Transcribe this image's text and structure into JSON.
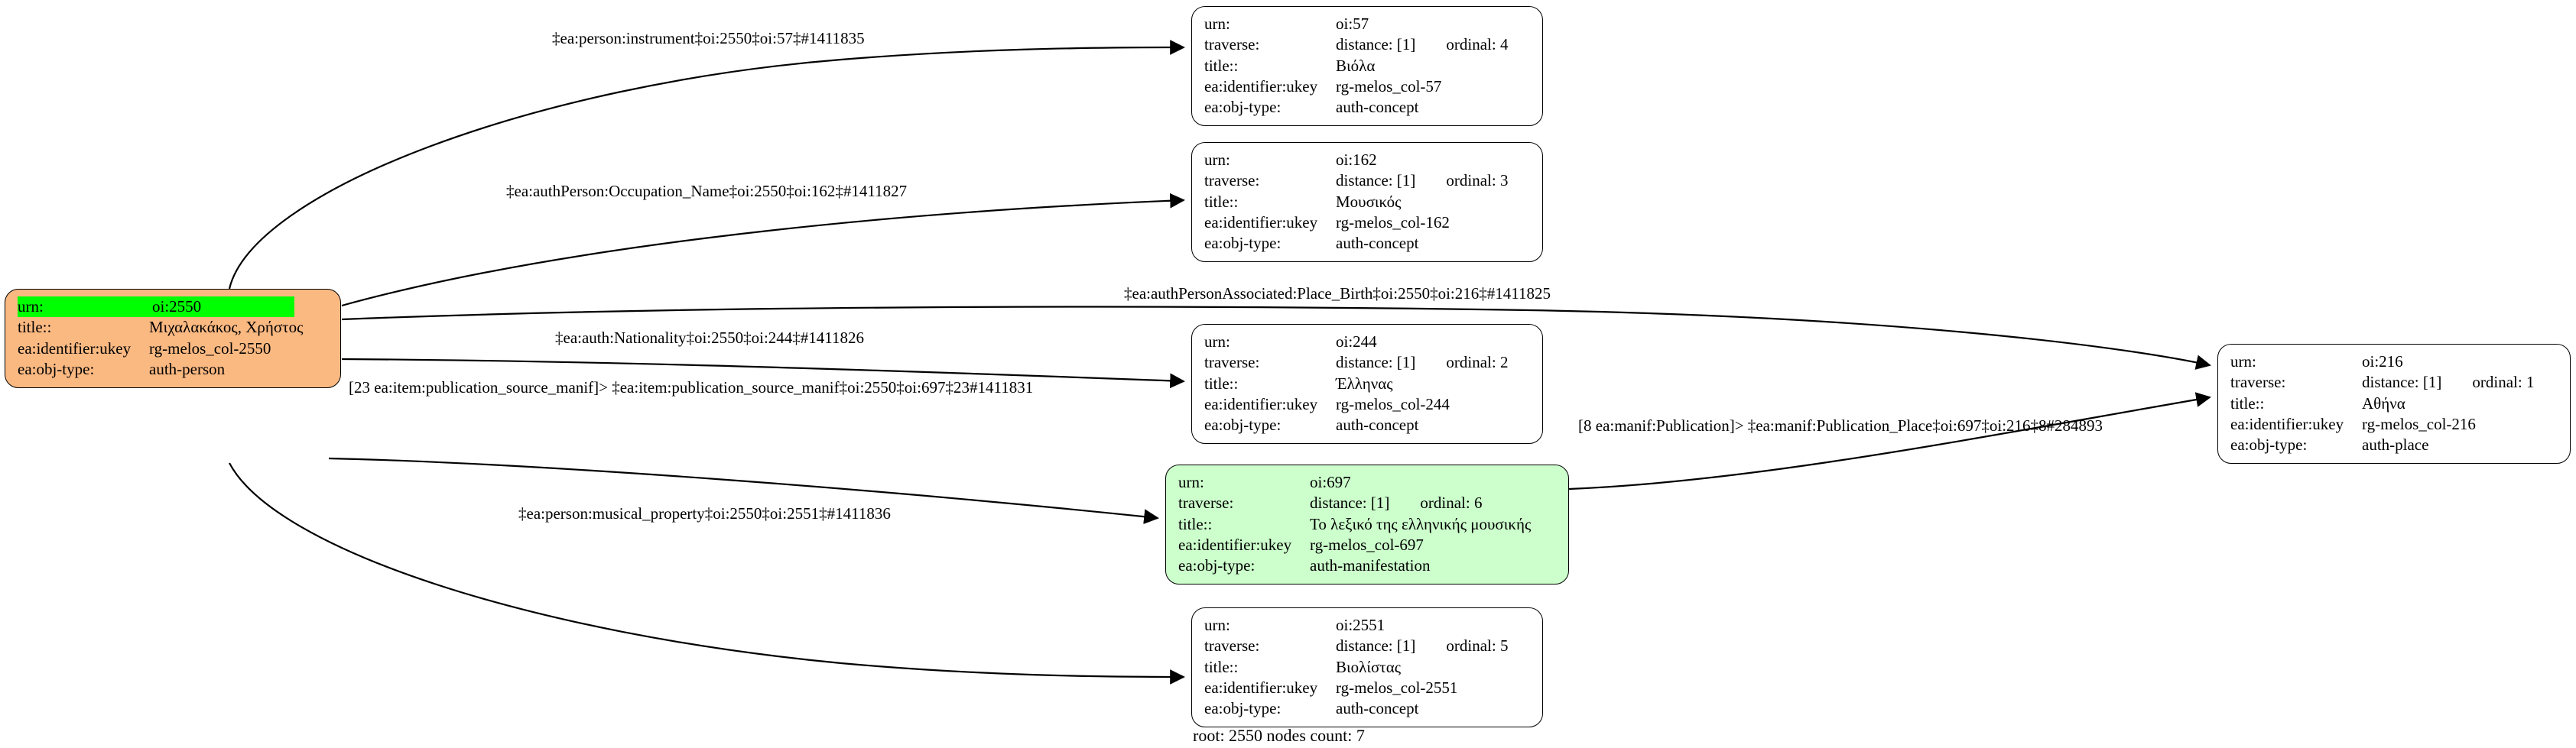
{
  "graph": {
    "caption": "root: 2550 nodes count: 7",
    "colors": {
      "root_fill": "#fbb982",
      "manifestation_fill": "#ccffcc",
      "highlight_fill": "#00ff00",
      "default_fill": "#ffffff",
      "stroke": "#000000"
    },
    "field_labels": {
      "urn": "urn:",
      "traverse": "traverse:",
      "title": "title::",
      "ukey": "ea:identifier:ukey",
      "objtype": "ea:obj-type:"
    },
    "nodes": [
      {
        "id": "oi57",
        "urn": "oi:57",
        "traverse_distance": "distance: [1]",
        "traverse_ordinal": "ordinal: 4",
        "title": "Βιόλα",
        "ukey": "rg-melos_col-57",
        "objtype": "auth-concept",
        "fill": "default"
      },
      {
        "id": "oi162",
        "urn": "oi:162",
        "traverse_distance": "distance: [1]",
        "traverse_ordinal": "ordinal: 3",
        "title": "Μουσικός",
        "ukey": "rg-melos_col-162",
        "objtype": "auth-concept",
        "fill": "default"
      },
      {
        "id": "oi2550",
        "urn": "oi:2550",
        "title": "Μιχαλακάκος, Χρήστος",
        "ukey": "rg-melos_col-2550",
        "objtype": "auth-person",
        "fill": "root"
      },
      {
        "id": "oi244",
        "urn": "oi:244",
        "traverse_distance": "distance: [1]",
        "traverse_ordinal": "ordinal: 2",
        "title": "Έλληνας",
        "ukey": "rg-melos_col-244",
        "objtype": "auth-concept",
        "fill": "default"
      },
      {
        "id": "oi697",
        "urn": "oi:697",
        "traverse_distance": "distance: [1]",
        "traverse_ordinal": "ordinal: 6",
        "title": "Το λεξικό της ελληνικής μουσικής",
        "ukey": "rg-melos_col-697",
        "objtype": "auth-manifestation",
        "fill": "manifestation"
      },
      {
        "id": "oi2551",
        "urn": "oi:2551",
        "traverse_distance": "distance: [1]",
        "traverse_ordinal": "ordinal: 5",
        "title": "Βιολίστας",
        "ukey": "rg-melos_col-2551",
        "objtype": "auth-concept",
        "fill": "default"
      },
      {
        "id": "oi216",
        "urn": "oi:216",
        "traverse_distance": "distance: [1]",
        "traverse_ordinal": "ordinal: 1",
        "title": "Αθήνα",
        "ukey": "rg-melos_col-216",
        "objtype": "auth-place",
        "fill": "default"
      }
    ],
    "edges": [
      {
        "id": "e1",
        "from": "oi2550",
        "to": "oi57",
        "label": "‡ea:person:instrument‡oi:2550‡oi:57‡#1411835"
      },
      {
        "id": "e2",
        "from": "oi2550",
        "to": "oi162",
        "label": "‡ea:authPerson:Occupation_Name‡oi:2550‡oi:162‡#1411827"
      },
      {
        "id": "e3",
        "from": "oi2550",
        "to": "oi216",
        "label": "‡ea:authPersonAssociated:Place_Birth‡oi:2550‡oi:216‡#1411825"
      },
      {
        "id": "e4",
        "from": "oi2550",
        "to": "oi244",
        "label": "‡ea:auth:Nationality‡oi:2550‡oi:244‡#1411826"
      },
      {
        "id": "e5",
        "from": "oi2550",
        "to": "oi697",
        "label": "[23 ea:item:publication_source_manif]> ‡ea:item:publication_source_manif‡oi:2550‡oi:697‡23#1411831"
      },
      {
        "id": "e6",
        "from": "oi2550",
        "to": "oi2551",
        "label": "‡ea:person:musical_property‡oi:2550‡oi:2551‡#1411836"
      },
      {
        "id": "e7",
        "from": "oi697",
        "to": "oi216",
        "label": "[8 ea:manif:Publication]> ‡ea:manif:Publication_Place‡oi:697‡oi:216‡8#284893"
      }
    ]
  }
}
